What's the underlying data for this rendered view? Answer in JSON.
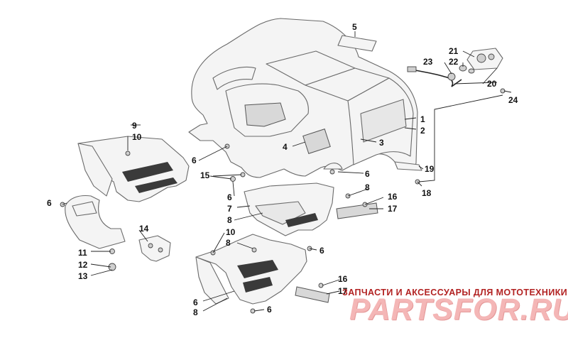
{
  "callouts": [
    {
      "label": "1"
    },
    {
      "label": "2"
    },
    {
      "label": "3"
    },
    {
      "label": "4"
    },
    {
      "label": "5"
    },
    {
      "label": "6"
    },
    {
      "label": "6"
    },
    {
      "label": "6"
    },
    {
      "label": "6"
    },
    {
      "label": "6"
    },
    {
      "label": "6"
    },
    {
      "label": "6"
    },
    {
      "label": "7"
    },
    {
      "label": "8"
    },
    {
      "label": "8"
    },
    {
      "label": "8"
    },
    {
      "label": "8"
    },
    {
      "label": "8"
    },
    {
      "label": "9"
    },
    {
      "label": "10"
    },
    {
      "label": "10"
    },
    {
      "label": "11"
    },
    {
      "label": "12"
    },
    {
      "label": "13"
    },
    {
      "label": "14"
    },
    {
      "label": "15"
    },
    {
      "label": "16"
    },
    {
      "label": "16"
    },
    {
      "label": "17"
    },
    {
      "label": "17"
    },
    {
      "label": "18"
    },
    {
      "label": "19"
    },
    {
      "label": "20"
    },
    {
      "label": "21"
    },
    {
      "label": "22"
    },
    {
      "label": "23"
    },
    {
      "label": "24"
    }
  ],
  "watermark": {
    "tagline": "ЗАПЧАСТИ И АКСЕССУАРЫ ДЛЯ МОТОТЕХНИКИ",
    "logo": "PARTSFOR.RU"
  },
  "colors": {
    "line": "#6a6a6a",
    "tread": "#3a3a3a",
    "watermark_text": "#b22222",
    "watermark_logo": "#f4b6b6"
  }
}
